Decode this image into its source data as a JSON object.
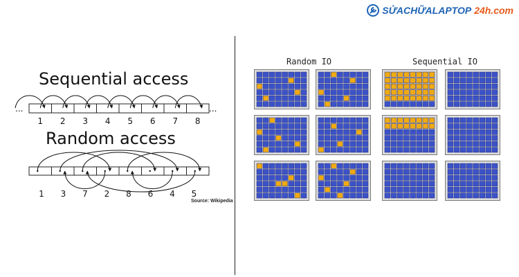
{
  "logo": {
    "text": "SỬACHỮALAPTOP",
    "accent": "24h.com",
    "icon": "wrench-icon",
    "color": "#1e63b5",
    "accent_color": "#e85a1a"
  },
  "sequential": {
    "title": "Sequential access",
    "dots_left": "...",
    "dots_right": "...",
    "labels": [
      "1",
      "2",
      "3",
      "4",
      "5",
      "6",
      "7",
      "8"
    ]
  },
  "random": {
    "title": "Random access",
    "labels": [
      "1",
      "3",
      "7",
      "2",
      "8",
      "6",
      "4",
      "5"
    ],
    "source": "Source: Wikipedia"
  },
  "grids": {
    "random_title": "Random IO",
    "sequential_title": "Sequential IO",
    "block_color": "#3c52c8",
    "highlight_color": "#f0aa14",
    "border_color": "#7a7a7a",
    "panel_bg": "#dcdcdc"
  }
}
